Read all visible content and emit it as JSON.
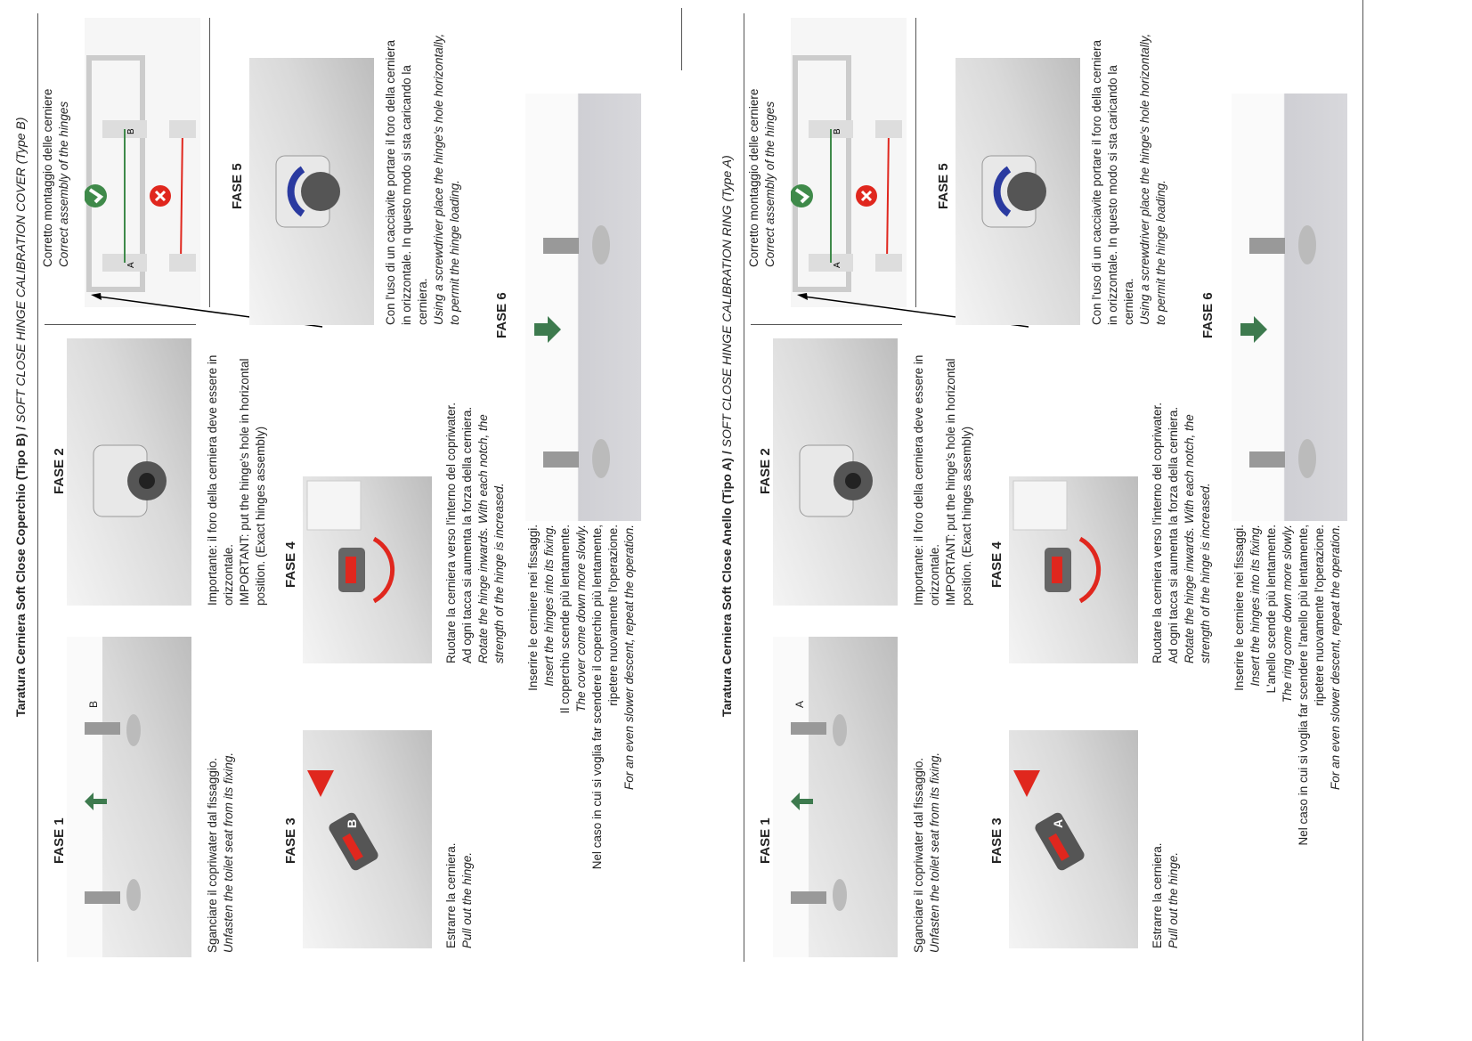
{
  "halves": {
    "b": {
      "title_bold": "Taratura Cerniera Soft Close Coperchio (Tipo B) / ",
      "title_italic": "SOFT CLOSE HINGE CALIBRATION COVER (Type B)",
      "fase1": {
        "label": "FASE 1",
        "it": "Sganciare il copriwater dal fissaggio.",
        "en": "Unfasten the toilet seat from its fixing.",
        "marker": "B"
      },
      "fase2": {
        "label": "FASE 2",
        "it": "Importante: il foro della cerniera deve essere in\norizzontale.",
        "en": "IMPORTANT: put the hinge's hole in horizontal\nposition. (Exact hinges assembly)"
      },
      "fase3": {
        "label": "FASE 3",
        "it": "Estrarre la cerniera.",
        "en": "Pull out the hinge.",
        "marker": "B"
      },
      "fase4": {
        "label": "FASE 4",
        "it": "Ruotare la cerniera verso l'interno del copriwater.\nAd ogni tacca si aumenta la forza della cerniera.",
        "en": "Rotate the hinge inwards. With each notch, the\nstrength of the hinge is increased."
      },
      "assembly": {
        "it": "Corretto montaggio delle cerniere",
        "en": "Correct assembly of the hinges",
        "marker_a": "A",
        "marker_b": "B"
      },
      "fase5": {
        "label": "FASE 5",
        "it": "Con l'uso di un cacciavite portare il foro della cerniera\nin orizzontale. In questo modo si sta caricando la\ncerniera.",
        "en": "Using a screwdriver place the hinge's hole horizontally,\nto permit the hinge loading."
      },
      "fase6": {
        "label": "FASE 6",
        "p1": "Inserire le cerniere nei fissaggi.",
        "p2": "Insert the hinges into its fixing.",
        "p3": "Il coperchio scende più lentamente.",
        "p4": "The cover come down more slowly.",
        "p5": "Nel caso in cui si voglia far scendere il coperchio più lentamente,\nripetere nuovamente l'operazione.",
        "p6": "For an even slower descent, repeat the operation."
      }
    },
    "a": {
      "title_bold": "Taratura Cerniera Soft Close Anello (Tipo A) / ",
      "title_italic": "SOFT CLOSE HINGE CALIBRATION RING (Type A)",
      "fase1": {
        "label": "FASE 1",
        "it": "Sganciare il copriwater dal fissaggio.",
        "en": "Unfasten the toilet seat from its fixing.",
        "marker": "A"
      },
      "fase2": {
        "label": "FASE 2",
        "it": "Importante: il foro della cerniera deve essere in\norizzontale.",
        "en": "IMPORTANT: put the hinge's hole in horizontal\nposition. (Exact hinges assembly)"
      },
      "fase3": {
        "label": "FASE 3",
        "it": "Estrarre la cerniera.",
        "en": "Pull out the hinge.",
        "marker": "A"
      },
      "fase4": {
        "label": "FASE 4",
        "it": "Ruotare la cerniera verso l'interno del copriwater.\nAd ogni tacca si aumenta la forza della cerniera.",
        "en": "Rotate the hinge inwards. With each notch, the\nstrength of the hinge is increased."
      },
      "assembly": {
        "it": "Corretto montaggio delle cerniere",
        "en": "Correct assembly of the hinges",
        "marker_a": "A",
        "marker_b": "B"
      },
      "fase5": {
        "label": "FASE 5",
        "it": "Con l'uso di un cacciavite portare il foro della cerniera\nin orizzontale. In questo modo si sta caricando la\ncerniera.",
        "en": "Using a screwdriver place the hinge's hole horizontally,\nto permit the hinge loading."
      },
      "fase6": {
        "label": "FASE 6",
        "p1": "Inserire le cerniere nei fissaggi.",
        "p2": "Insert the hinges into its fixing.",
        "p3": "L'anello scende più lentamente.",
        "p4": "The ring come down more slowly.",
        "p5": "Nel caso in cui si voglia far scendere l'anello più lentamente,\nripetere nuovamente l'operazione.",
        "p6": "For an even slower descent, repeat the operation."
      }
    }
  },
  "colors": {
    "green": "#3f8a4a",
    "red": "#e0271e",
    "arrow_green": "#3d7a4e"
  }
}
